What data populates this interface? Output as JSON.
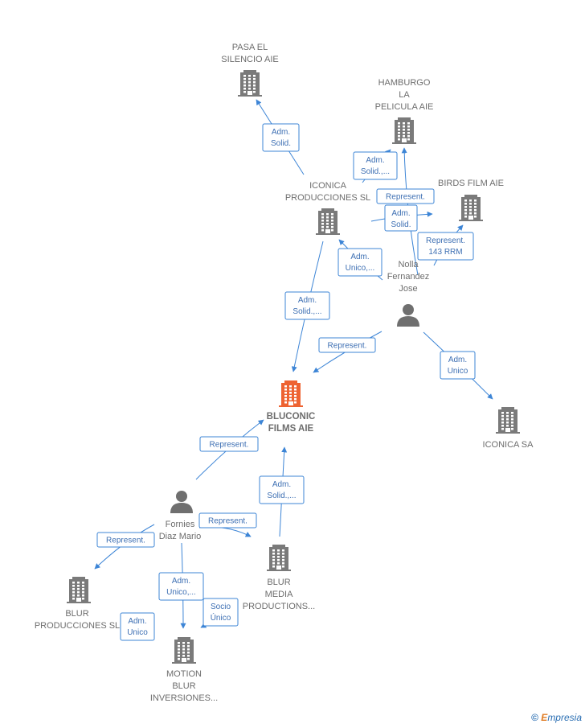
{
  "colors": {
    "edge": "#3d85d6",
    "company_icon": "#7a7a7a",
    "main_company_icon": "#ee6332",
    "person_icon": "#6f6f6f",
    "label": "#6d6d6d"
  },
  "nodes": [
    {
      "id": "pasa",
      "kind": "company",
      "lines": [
        "PASA EL",
        "SILENCIO AIE"
      ]
    },
    {
      "id": "hamburgo",
      "kind": "company",
      "lines": [
        "HAMBURGO",
        "LA",
        "PELICULA AIE"
      ]
    },
    {
      "id": "birds",
      "kind": "company",
      "lines": [
        "BIRDS FILM  AIE"
      ]
    },
    {
      "id": "iconica_prod",
      "kind": "company",
      "lines": [
        "ICONICA",
        "PRODUCCIONES SL"
      ]
    },
    {
      "id": "nolla",
      "kind": "person",
      "lines": [
        "Nolla",
        "Fernandez",
        "Jose"
      ]
    },
    {
      "id": "bluconic",
      "kind": "main",
      "lines": [
        "BLUCONIC",
        "FILMS AIE"
      ]
    },
    {
      "id": "iconica_sa",
      "kind": "company",
      "lines": [
        "ICONICA SA"
      ]
    },
    {
      "id": "fornies",
      "kind": "person",
      "lines": [
        "Fornies",
        "Diaz Mario"
      ]
    },
    {
      "id": "blur_media",
      "kind": "company",
      "lines": [
        "BLUR",
        "MEDIA",
        "PRODUCTIONS..."
      ]
    },
    {
      "id": "blur_prod",
      "kind": "company",
      "lines": [
        "BLUR",
        "PRODUCCIONES SL"
      ]
    },
    {
      "id": "motion",
      "kind": "company",
      "lines": [
        "MOTION",
        "BLUR",
        "INVERSIONES..."
      ]
    }
  ],
  "edges": [
    {
      "id": "e1",
      "label": [
        "Adm.",
        "Solid."
      ]
    },
    {
      "id": "e2",
      "label": [
        "Adm.",
        "Solid.,..."
      ]
    },
    {
      "id": "e3",
      "label": [
        "Represent."
      ]
    },
    {
      "id": "e4",
      "label": [
        "Adm.",
        "Solid."
      ]
    },
    {
      "id": "e5",
      "label": [
        "Represent.",
        "143 RRM"
      ]
    },
    {
      "id": "e6",
      "label": [
        "Adm.",
        "Unico,..."
      ]
    },
    {
      "id": "e7",
      "label": [
        "Adm.",
        "Solid.,..."
      ]
    },
    {
      "id": "e8",
      "label": [
        "Represent."
      ]
    },
    {
      "id": "e9",
      "label": [
        "Adm.",
        "Unico"
      ]
    },
    {
      "id": "e10",
      "label": [
        "Represent."
      ]
    },
    {
      "id": "e11",
      "label": [
        "Adm.",
        "Solid.,..."
      ]
    },
    {
      "id": "e12",
      "label": [
        "Represent."
      ]
    },
    {
      "id": "e13",
      "label": [
        "Represent."
      ]
    },
    {
      "id": "e14",
      "label": [
        "Adm.",
        "Unico,..."
      ]
    },
    {
      "id": "e15",
      "label": [
        "Adm.",
        "Unico"
      ]
    },
    {
      "id": "e16",
      "label": [
        "Socio",
        "Único"
      ]
    }
  ],
  "brand": {
    "copyright": "©",
    "first_letter": "E",
    "rest": "mpresia"
  }
}
